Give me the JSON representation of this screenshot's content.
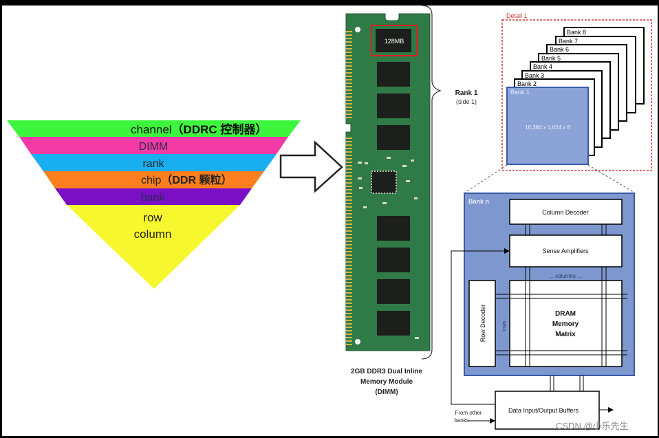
{
  "pyramid": {
    "layers": [
      {
        "label": "channel",
        "suffix": "（DDRC 控制器）",
        "color": "#3df53d"
      },
      {
        "label": "DIMM",
        "suffix": "",
        "color": "#f53aa6"
      },
      {
        "label": "rank",
        "suffix": "",
        "color": "#19aef0"
      },
      {
        "label": "chip",
        "suffix": "（DDR 颗粒）",
        "color": "#ff7f1e"
      },
      {
        "label": "bank",
        "suffix": "",
        "color": "#7a0fc5"
      },
      {
        "label": "row",
        "suffix": "",
        "color": "#f7f72e"
      },
      {
        "label": "column",
        "suffix": "",
        "color": "#f7f72e"
      }
    ]
  },
  "dimm": {
    "chip_label": "128MB",
    "brace_title": "Rank 1",
    "brace_subtitle": "(side 1)",
    "caption_line1": "2GB DDR3 Dual Inline",
    "caption_line2": "Memory Module",
    "caption_line3": "(DIMM)",
    "board_color": "#2f7a46",
    "chip_color": "#1c1f1c"
  },
  "detail": {
    "title": "Detail 1",
    "banks": [
      "Bank 8",
      "Bank 7",
      "Bank 6",
      "Bank 5",
      "Bank 4",
      "Bank 3",
      "Bank 2"
    ],
    "front_bank": "Bank 1",
    "front_size": "16,384 x 1,024 x 8",
    "front_color": "#8ca3d8"
  },
  "bank_n": {
    "title": "Bank n",
    "column_decoder": "Column Decoder",
    "sense_amplifiers": "Sense Amplifiers",
    "columns": "... columns ...",
    "row_decoder": "Row Decoder",
    "rows": "rows ...",
    "matrix_line1": "DRAM",
    "matrix_line2": "Memory",
    "matrix_line3": "Matrix",
    "io_buffers": "Data Input/Output Buffers",
    "from_other_line1": "From other",
    "from_other_line2": "banks",
    "bg_color": "#7e97cf"
  },
  "watermark": "CSDN @小乐先生"
}
